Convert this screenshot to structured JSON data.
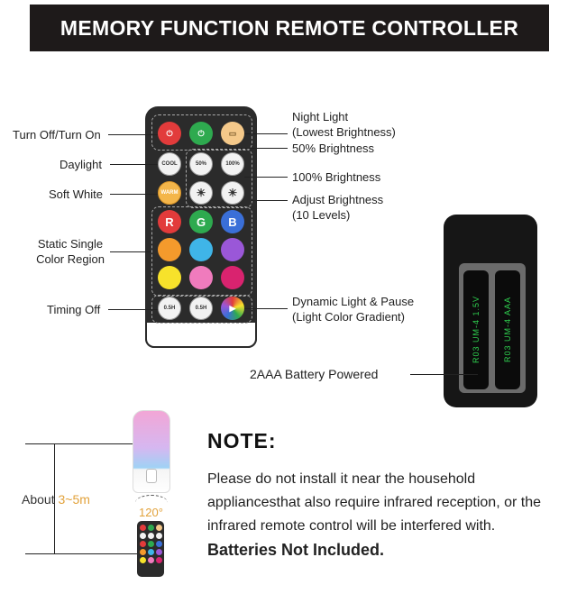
{
  "title": "MEMORY FUNCTION REMOTE CONTROLLER",
  "labels_left": {
    "turn_off_on": "Turn Off/Turn On",
    "daylight": "Daylight",
    "soft_white": "Soft White",
    "static_single_line1": "Static Single",
    "static_single_line2": "Color Region",
    "timing_off": "Timing Off"
  },
  "labels_right": {
    "night_light_line1": "Night Light",
    "night_light_line2": "(Lowest Brightness)",
    "brightness_50": "50% Brightness",
    "brightness_100": "100% Brightness",
    "adjust_line1": "Adjust Brightness",
    "adjust_line2": "(10 Levels)",
    "dynamic_line1": "Dynamic Light & Pause",
    "dynamic_line2": "(Light Color Gradient)"
  },
  "remote_buttons": {
    "cool": "COOL",
    "warm": "WARM",
    "pct50": "50%",
    "pct100": "100%",
    "r": "R",
    "g": "G",
    "b": "B",
    "timer1": "0.5H",
    "timer2": "0.5H"
  },
  "colors": {
    "banner_bg": "#1e1a1a",
    "red": "#e23b3b",
    "green": "#2eaa4f",
    "blue": "#3a6fd8",
    "orange": "#f49a2c",
    "light_blue": "#3fb5e8",
    "purple": "#9a57d8",
    "yellow": "#f7e22b",
    "pink": "#f07bbd",
    "magenta": "#d9236f",
    "range_text": "#e2a23b"
  },
  "battery": {
    "label": "2AAA Battery Powered"
  },
  "distance": {
    "about": "About",
    "range": "3~5m",
    "angle": "120°"
  },
  "note": {
    "title": "NOTE:",
    "body": "Please do not install it near the household appliancesthat also require infrared reception, or the infrared remote control will be interfered with.",
    "bold": "Batteries Not Included."
  }
}
